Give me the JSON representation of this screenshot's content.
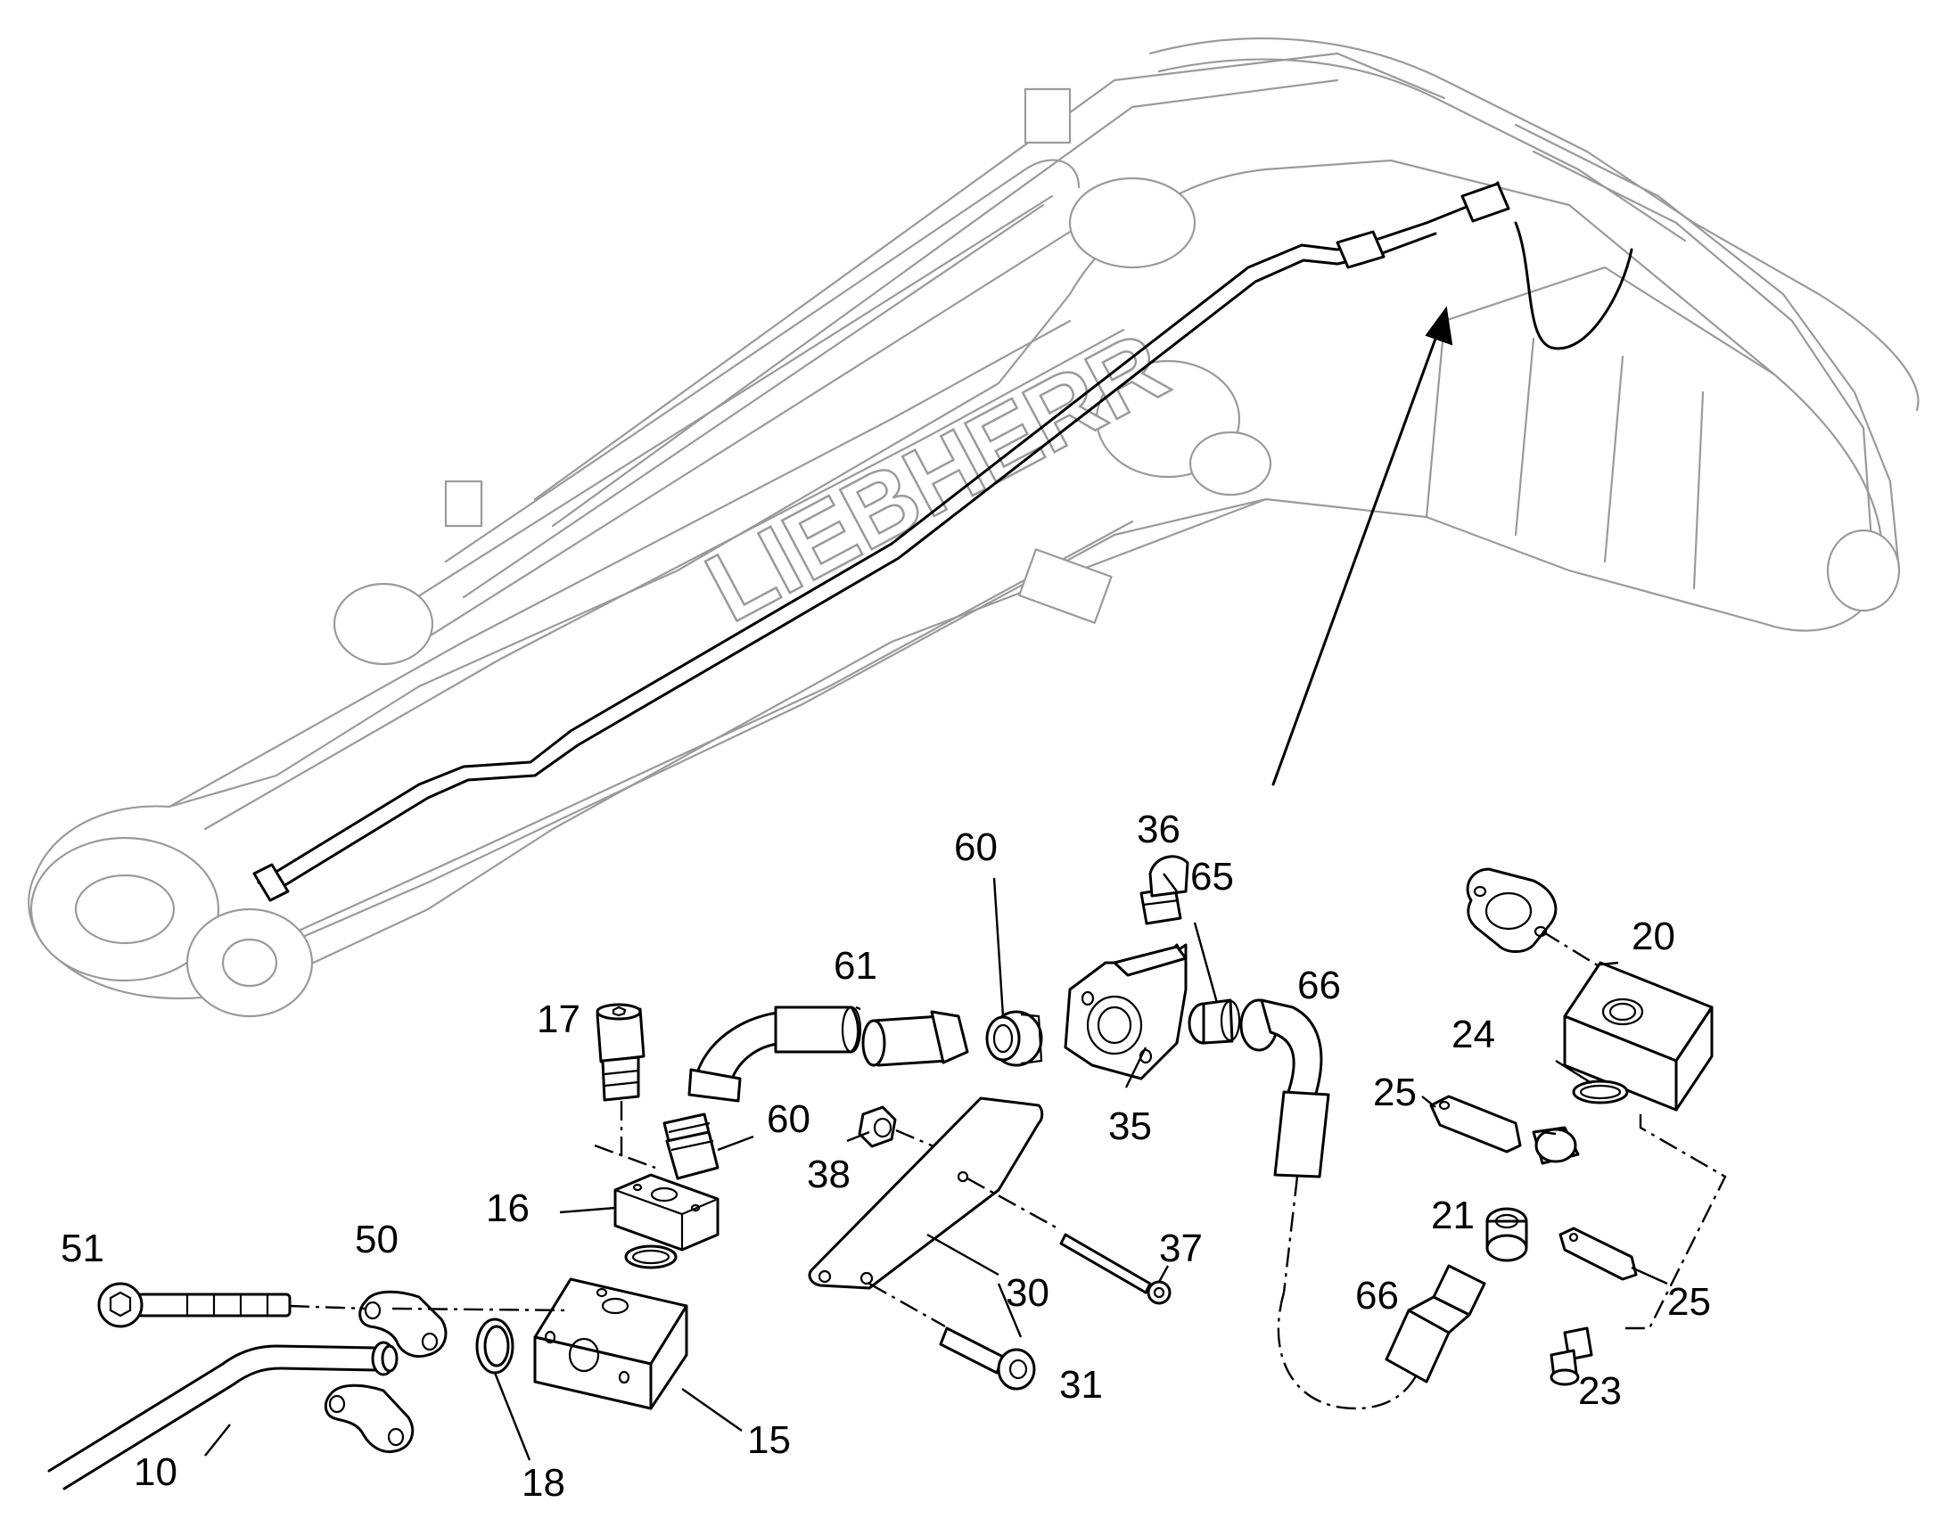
{
  "diagram": {
    "brand_text": "LIEBHERR",
    "callouts": [
      {
        "id": "c10",
        "label": "10"
      },
      {
        "id": "c15",
        "label": "15"
      },
      {
        "id": "c16",
        "label": "16"
      },
      {
        "id": "c17",
        "label": "17"
      },
      {
        "id": "c18",
        "label": "18"
      },
      {
        "id": "c20",
        "label": "20"
      },
      {
        "id": "c21",
        "label": "21"
      },
      {
        "id": "c23",
        "label": "23"
      },
      {
        "id": "c24",
        "label": "24"
      },
      {
        "id": "c25a",
        "label": "25"
      },
      {
        "id": "c25b",
        "label": "25"
      },
      {
        "id": "c30",
        "label": "30"
      },
      {
        "id": "c31",
        "label": "31"
      },
      {
        "id": "c35",
        "label": "35"
      },
      {
        "id": "c36",
        "label": "36"
      },
      {
        "id": "c37",
        "label": "37"
      },
      {
        "id": "c38",
        "label": "38"
      },
      {
        "id": "c50",
        "label": "50"
      },
      {
        "id": "c51",
        "label": "51"
      },
      {
        "id": "c60a",
        "label": "60"
      },
      {
        "id": "c60b",
        "label": "60"
      },
      {
        "id": "c61",
        "label": "61"
      },
      {
        "id": "c65",
        "label": "65"
      },
      {
        "id": "c66a",
        "label": "66"
      },
      {
        "id": "c66b",
        "label": "66"
      }
    ]
  }
}
